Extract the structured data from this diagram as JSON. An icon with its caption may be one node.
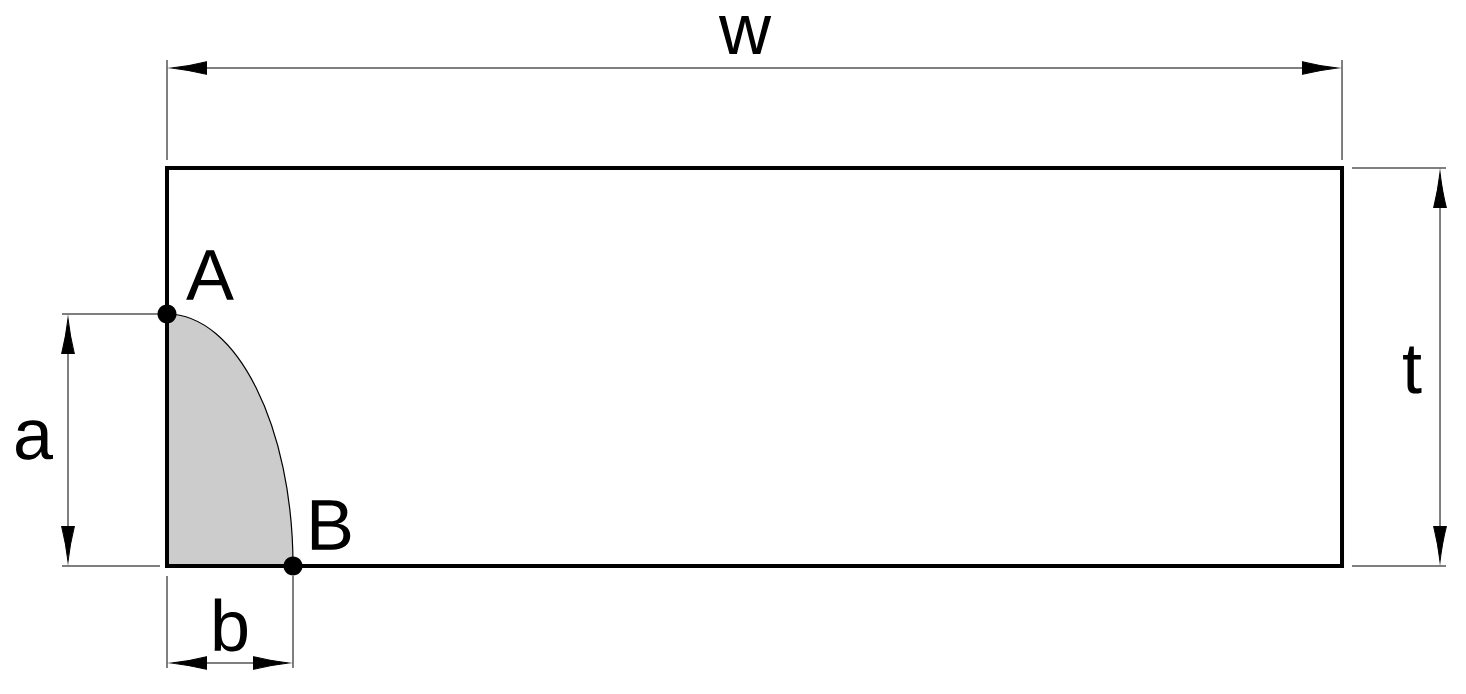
{
  "diagram": {
    "labels": [
      "w",
      "A",
      "t",
      "a",
      "B",
      "b"
    ]
  }
}
